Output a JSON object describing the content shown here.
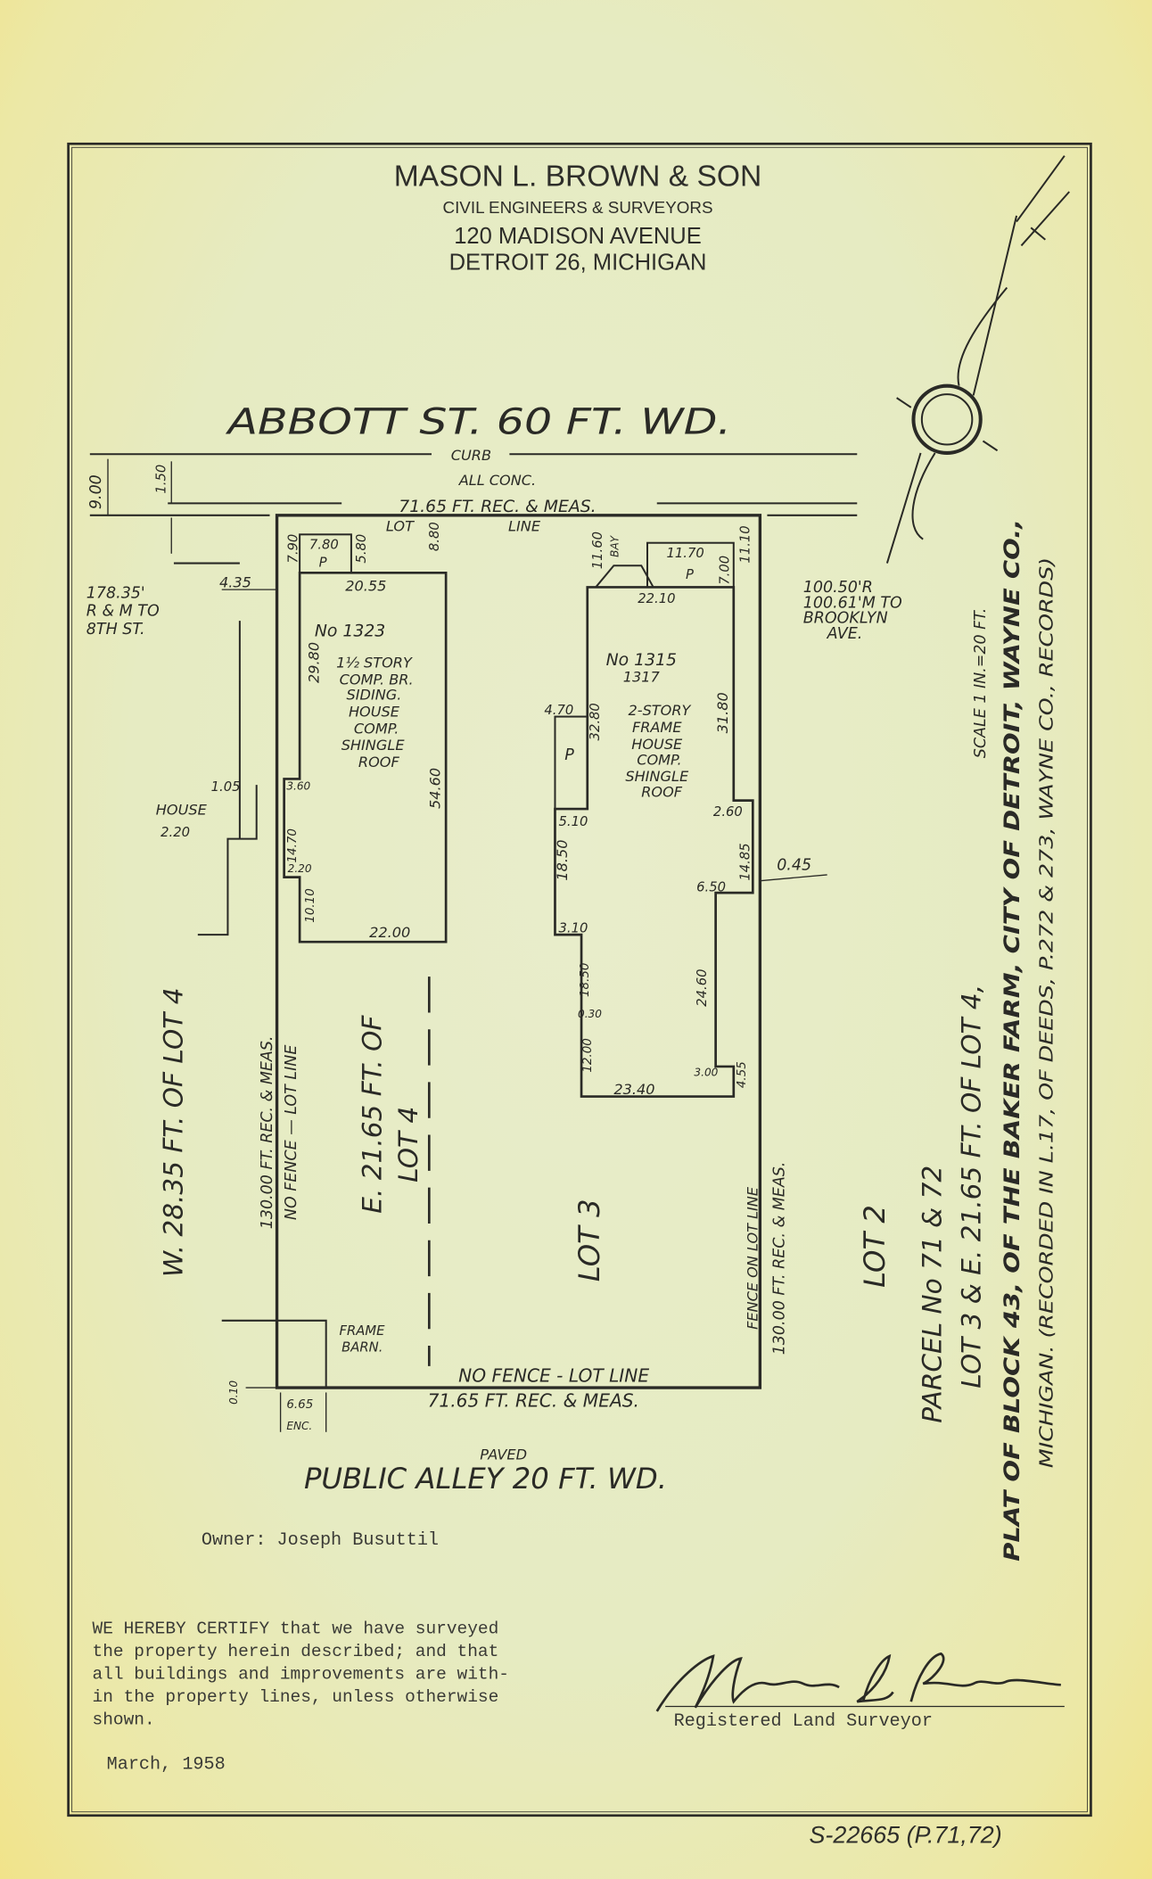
{
  "header": {
    "firm": "MASON L. BROWN & SON",
    "subtitle": "CIVIL ENGINEERS & SURVEYORS",
    "address1": "120 MADISON AVENUE",
    "address2": "DETROIT 26, MICHIGAN"
  },
  "streets": {
    "top": "ABBOTT   ST. 60 FT. WD.",
    "curb": "CURB",
    "all_conc": "ALL  CONC.",
    "front_line": "71.65 FT. REC. & MEAS.",
    "lot": "LOT",
    "line": "LINE",
    "rear_fence": "NO FENCE - LOT LINE",
    "rear_line": "71.65 FT. REC. & MEAS.",
    "paved": "PAVED",
    "alley": "PUBLIC ALLEY 20 FT. WD."
  },
  "notes": {
    "west": [
      "178.35'",
      "R & M TO",
      "8TH ST."
    ],
    "east": [
      "100.50'R",
      "100.61'M TO",
      "BROOKLYN",
      "AVE."
    ],
    "house_label": "HOUSE",
    "barn": [
      "FRAME",
      "BARN."
    ]
  },
  "house_left": {
    "number": "No 1323",
    "desc": [
      "1½ STORY",
      "COMP. BR.",
      "SIDING.",
      "HOUSE",
      "COMP.",
      "SHINGLE",
      "ROOF"
    ]
  },
  "house_right": {
    "number": "No 1315",
    "number2": "1317",
    "desc": [
      "2-STORY",
      "FRAME",
      "HOUSE",
      "COMP.",
      "SHINGLE",
      "ROOF"
    ]
  },
  "dims": [
    "9.00",
    "1.50",
    "7.90",
    "7.80",
    "P",
    "5.80",
    "8.80",
    "11.60",
    "BAY",
    "11.70",
    "P",
    "7.00",
    "11.10",
    "20.55",
    "22.10",
    "4.35",
    "29.80",
    "54.60",
    "3.60",
    "1.05",
    "2.20",
    "14.70",
    "2.20",
    "10.10",
    "22.00",
    "4.70",
    "32.80",
    "31.80",
    "P",
    "5.10",
    "18.50",
    "2.60",
    "14.85",
    "0.45",
    "6.50",
    "3.10",
    "18.50",
    "0.30",
    "24.60",
    "12.00",
    "3.00",
    "23.40",
    "4.55",
    "0.10",
    "6.65",
    "ENC."
  ],
  "lots": {
    "west_part": "W. 28.35 FT. OF LOT 4",
    "left_side": "130.00 FT. REC. & MEAS.",
    "left_fence": "NO FENCE — LOT LINE",
    "east_part1": "E. 21.65 FT. OF",
    "east_part2": "LOT 4",
    "lot3": "LOT 3",
    "lot2": "LOT 2",
    "right_fence": "FENCE ON LOT LINE",
    "right_side": "130.00 FT. REC. & MEAS."
  },
  "legend": {
    "parcel": "PARCEL No 71 & 72",
    "lots": "LOT 3 & E. 21.65 FT. OF LOT 4,",
    "scale": "SCALE 1 IN.=20 FT.",
    "plat": "PLAT OF BLOCK 43, OF THE BAKER FARM, CITY OF DETROIT, WAYNE CO.,",
    "recorded": "MICHIGAN. (RECORDED IN L.17, OF DEEDS, P.272 & 273, WAYNE CO., RECORDS)"
  },
  "owner": "Owner:  Joseph Busuttil",
  "certify": [
    "WE HEREBY CERTIFY that we have surveyed",
    "the property herein described; and that",
    "all buildings and improvements are with-",
    "in the property lines, unless otherwise",
    "shown."
  ],
  "date": "March, 1958",
  "signature": {
    "name": "Mason L. Brown",
    "caption": "Registered Land Surveyor"
  },
  "file_number": "S-22665 (P.71,72)"
}
